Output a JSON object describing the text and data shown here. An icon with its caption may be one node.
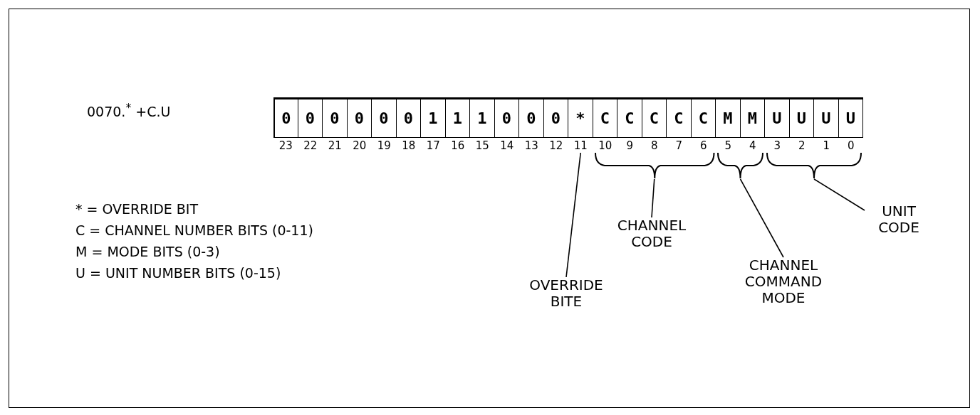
{
  "diagram": {
    "nodes": [
      {
        "text": [
          "0"
        ],
        "beside": [
          "23"
        ]
      },
      {
        "text": [
          "0"
        ],
        "beside": [
          "22"
        ]
      },
      {
        "text": [
          "0"
        ],
        "beside": [
          "21"
        ]
      },
      {
        "text": [
          "0"
        ],
        "beside": [
          "20"
        ]
      },
      {
        "text": [
          "0"
        ],
        "beside": [
          "19"
        ]
      },
      {
        "text": [
          "0"
        ],
        "beside": [
          "18"
        ]
      },
      {
        "text": [
          "1"
        ],
        "beside": [
          "17"
        ]
      },
      {
        "text": [
          "1"
        ],
        "beside": [
          "16"
        ]
      },
      {
        "text": [
          "1"
        ],
        "beside": [
          "15"
        ]
      },
      {
        "text": [
          "0"
        ],
        "beside": [
          "14"
        ]
      },
      {
        "text": [
          "0"
        ],
        "beside": [
          "13"
        ]
      },
      {
        "text": [
          "0"
        ],
        "beside": [
          "12"
        ]
      },
      {
        "text": [
          "*"
        ],
        "beside": [
          "11"
        ]
      },
      {
        "text": [
          "C"
        ],
        "beside": [
          "10"
        ]
      },
      {
        "text": [
          "C"
        ],
        "beside": [
          "9"
        ]
      },
      {
        "text": [
          "C"
        ],
        "beside": [
          "8"
        ]
      },
      {
        "text": [
          "C"
        ],
        "beside": [
          "7"
        ]
      },
      {
        "text": [
          "C"
        ],
        "beside": [
          "6"
        ]
      },
      {
        "text": [
          "M"
        ],
        "beside": [
          "5"
        ]
      },
      {
        "text": [
          "M"
        ],
        "beside": [
          "4"
        ]
      },
      {
        "text": [
          "U"
        ],
        "beside": [
          "3"
        ]
      },
      {
        "text": [
          "U"
        ],
        "beside": [
          "2"
        ]
      },
      {
        "text": [
          "U"
        ],
        "beside": [
          "1"
        ]
      },
      {
        "text": [
          "U"
        ],
        "beside": [
          "0"
        ]
      },
      {
        "text": [],
        "shape": "bracket"
      },
      {
        "text": [],
        "shape": "bracket"
      },
      {
        "text": [],
        "shape": "bracket"
      },
      {
        "text": [
          "CHANNEL CODE"
        ]
      },
      {
        "text": [
          "UNIT CODE"
        ]
      },
      {
        "text": [
          "CHANNEL COMMAND MODE"
        ]
      },
      {
        "text": [
          "OVERRIDE BITE"
        ]
      }
    ],
    "edges": [
      {
        "from": 27,
        "to": 24,
        "arrow": "none"
      },
      {
        "from": 28,
        "to": 26,
        "arrow": "none"
      },
      {
        "from": 29,
        "to": 25,
        "arrow": "none"
      },
      {
        "from": 30,
        "to": 12,
        "arrow": "none"
      }
    ],
    "labels": [
      "0070.$^{*}$ +C.U",
      "* = OVERRIDE BIT",
      "C = CHANNEL NUMBER BITS (0-11)",
      "M = MODE BITS (0-3)",
      "U = UNIT NUMBER BITS (0-15)"
    ]
  }
}
